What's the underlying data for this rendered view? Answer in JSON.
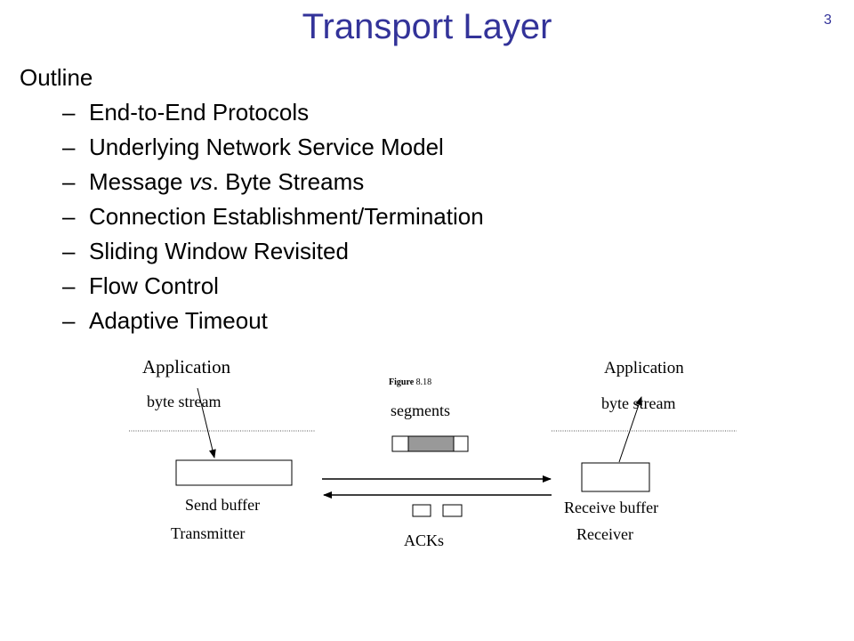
{
  "slide": {
    "title": "Transport Layer",
    "page_number": "3",
    "outline_heading": "Outline",
    "bullet_marker": "–",
    "outline_items": [
      {
        "before": "End-to-End Protocols",
        "em": "",
        "after": ""
      },
      {
        "before": "Underlying Network Service Model",
        "em": "",
        "after": ""
      },
      {
        "before": "Message ",
        "em": "vs",
        "after": ". Byte Streams"
      },
      {
        "before": "Connection Establishment/Termination",
        "em": "",
        "after": ""
      },
      {
        "before": "Sliding Window Revisited",
        "em": "",
        "after": ""
      },
      {
        "before": "Flow Control",
        "em": "",
        "after": ""
      },
      {
        "before": "Adaptive Timeout",
        "em": "",
        "after": ""
      }
    ]
  },
  "diagram": {
    "figure_label_bold": "Figure",
    "figure_label_num": " 8.18",
    "left_application": "Application",
    "left_byte_stream": "byte stream",
    "send_buffer": "Send buffer",
    "transmitter": "Transmitter",
    "segments": "segments",
    "acks": "ACKs",
    "right_application": "Application",
    "right_byte_stream": "byte stream",
    "receive_buffer": "Receive buffer",
    "receiver": "Receiver"
  }
}
